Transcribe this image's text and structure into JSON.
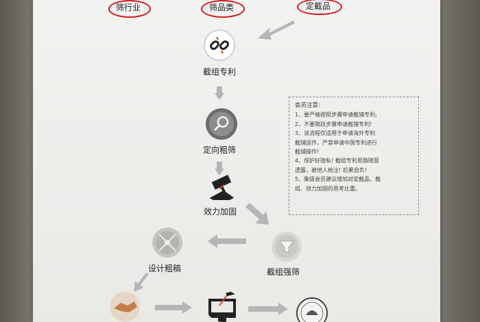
{
  "categories": [
    "筛行业",
    "筛品类",
    "定截品"
  ],
  "steps": {
    "s1": "截组专利",
    "s2": "定向粗筛",
    "s3": "效力加固",
    "s4": "截组强筛",
    "s5": "设计粗稿"
  },
  "notes": {
    "title": "会员注意:",
    "lines": [
      "1、要严格按照步骤申请截铺专利;",
      "2、不要跳跃步骤申请截铺专利!",
      "3、该流程仅适用于申请海外专利",
      "截铺运作，严禁申请中国专利进行",
      "截铺操作!",
      "4、保护好隐私! 截组专利思路随意",
      "透露，被他人抢注! 后果自负!",
      "5、集级会员建议增加对定截品、截",
      "组、效力加固的思考比重。"
    ]
  },
  "colors": {
    "highlight_oval": "#d11a1a",
    "arrow": "#b5b5b5"
  },
  "icons": [
    "broken-link-icon",
    "magnifier-icon",
    "hammer-gavel-icon",
    "crosshair-pattern-icon",
    "funnel-icon",
    "handshake-icon",
    "design-computer-icon",
    "seal-emblem-icon"
  ]
}
